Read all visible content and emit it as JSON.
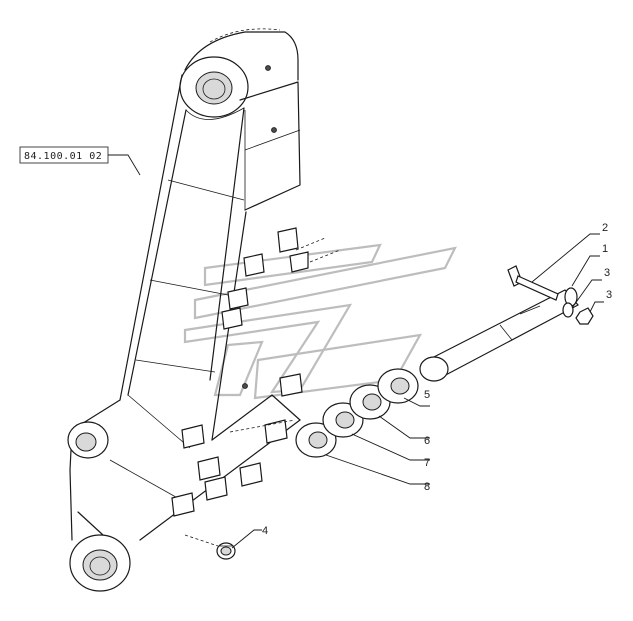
{
  "diagram": {
    "reference_box": {
      "text": "84.100.01 02"
    },
    "callouts": [
      {
        "id": "1",
        "text": "1",
        "part": "pin"
      },
      {
        "id": "2",
        "text": "2",
        "part": "bolt"
      },
      {
        "id": "3a",
        "text": "3",
        "part": "washer"
      },
      {
        "id": "3b",
        "text": "3",
        "part": "nut"
      },
      {
        "id": "4",
        "text": "4",
        "part": "grease-fitting"
      },
      {
        "id": "5",
        "text": "5",
        "part": "spacer-ring"
      },
      {
        "id": "6",
        "text": "6",
        "part": "spacer-ring"
      },
      {
        "id": "7",
        "text": "7",
        "part": "spacer-ring"
      },
      {
        "id": "8",
        "text": "8",
        "part": "spacer-ring"
      }
    ]
  }
}
